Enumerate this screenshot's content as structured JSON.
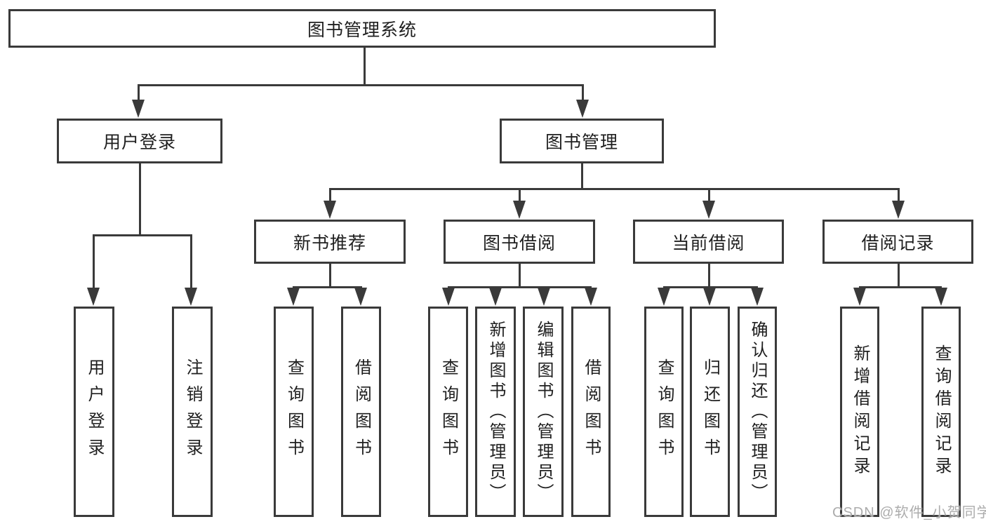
{
  "colors": {
    "line": "#3a3a3a",
    "text": "#1f1f1f",
    "background": "#ffffff",
    "watermark": "#a8a8a8"
  },
  "watermark": "CSDN @软件_小贺同学",
  "tree": {
    "root": {
      "label": "图书管理系统"
    },
    "branches": [
      {
        "label": "用户登录",
        "children": [
          {
            "label": "用户登录"
          },
          {
            "label": "注销登录"
          }
        ]
      },
      {
        "label": "图书管理",
        "children": [
          {
            "label": "新书推荐",
            "children": [
              {
                "label": "查询图书"
              },
              {
                "label": "借阅图书"
              }
            ]
          },
          {
            "label": "图书借阅",
            "children": [
              {
                "label": "查询图书"
              },
              {
                "label": "新增图书（管理员）"
              },
              {
                "label": "编辑图书（管理员）"
              },
              {
                "label": "借阅图书"
              }
            ]
          },
          {
            "label": "当前借阅",
            "children": [
              {
                "label": "查询图书"
              },
              {
                "label": "归还图书"
              },
              {
                "label": "确认归还（管理员）"
              }
            ]
          },
          {
            "label": "借阅记录",
            "children": [
              {
                "label": "新增借阅记录"
              },
              {
                "label": "查询借阅记录"
              }
            ]
          }
        ]
      }
    ]
  }
}
